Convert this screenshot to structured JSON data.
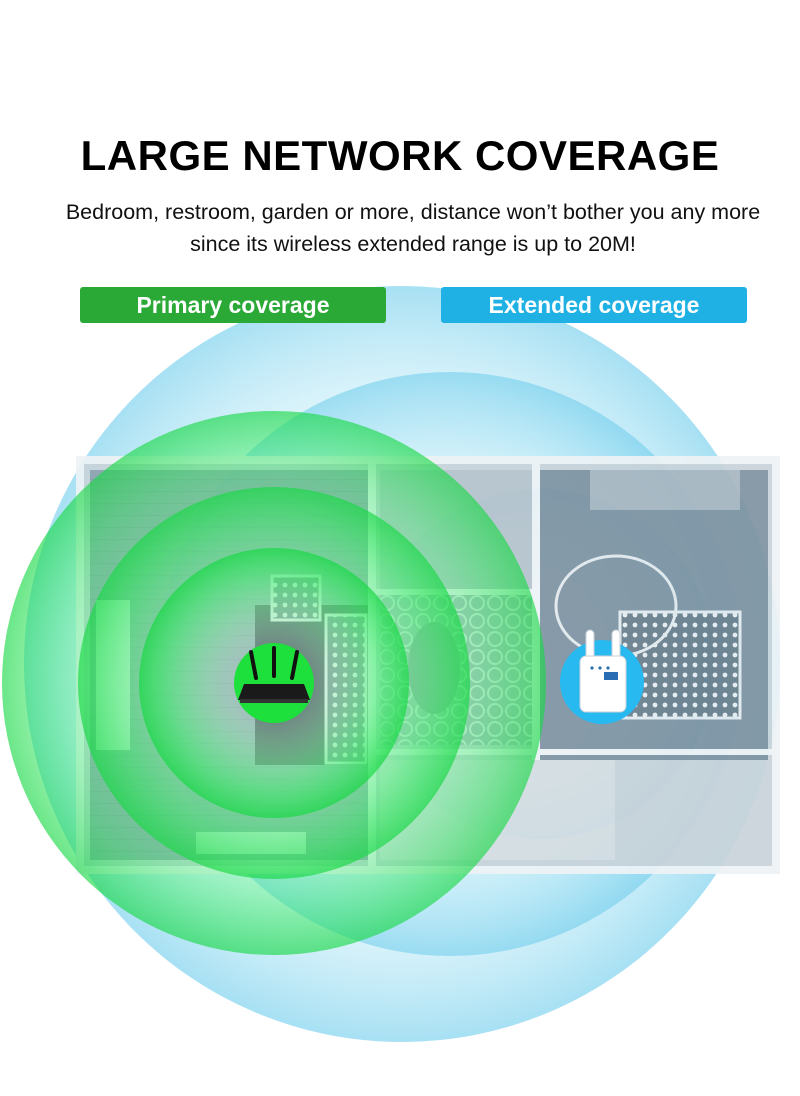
{
  "header": {
    "title": "LARGE NETWORK COVERAGE",
    "subtitle": "Bedroom, restroom, garden or more, distance won’t bother you any more since its wireless extended range is up to 20M!"
  },
  "legend": {
    "primary_label": "Primary coverage",
    "extended_label": "Extended coverage"
  },
  "colors": {
    "primary": "#2ba936",
    "extended": "#1fb1e3",
    "primary_wave": "#1ee63c",
    "extended_wave": "#7fd6ee"
  },
  "devices": {
    "router_icon": "router-icon",
    "extender_icon": "wifi-extender-icon"
  }
}
